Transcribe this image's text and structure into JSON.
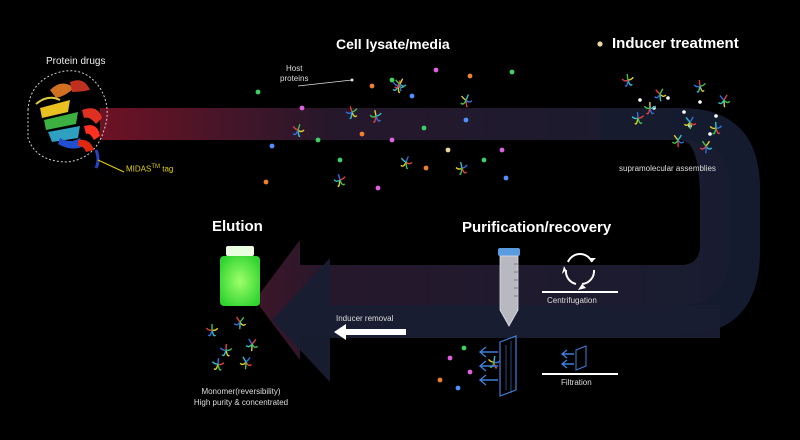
{
  "labels": {
    "protein_drugs": "Protein drugs",
    "midas_tag_prefix": "MIDAS",
    "midas_tag_sup": "TM",
    "midas_tag_suffix": " tag",
    "cell_lysate": "Cell lysate/media",
    "host_proteins_line1": "Host",
    "host_proteins_line2": "proteins",
    "inducer_treatment": "Inducer treatment",
    "supramolecular": "supramolecular assemblies",
    "purification": "Purification/recovery",
    "centrifugation": "Centrifugation",
    "filtration": "Filtration",
    "inducer_removal": "Inducer removal",
    "elution": "Elution",
    "monomer_line1": "Monomer(reversibility)",
    "monomer_line2": "High purity & concentrated"
  },
  "colors": {
    "background": "#000000",
    "track_light": "#8a2030",
    "track_dark": "#1c2238",
    "midas_tag": "#e0d000",
    "vial_green": "#39e639",
    "inducer_dot": "#e8d9a0",
    "host_dot_pink": "#e060e0",
    "host_dot_green": "#40d060",
    "host_dot_orange": "#f08030",
    "host_dot_blue": "#5090ff",
    "arrow_blue": "#3f7fd9"
  },
  "icons": {
    "protein": "ribbon-protein-icon",
    "assembly": "protein-cluster-icon",
    "vial": "elution-vial-icon",
    "tube": "centrifuge-tube-icon",
    "centrifuge": "rotation-cycle-icon",
    "filter": "filter-membrane-icon"
  }
}
